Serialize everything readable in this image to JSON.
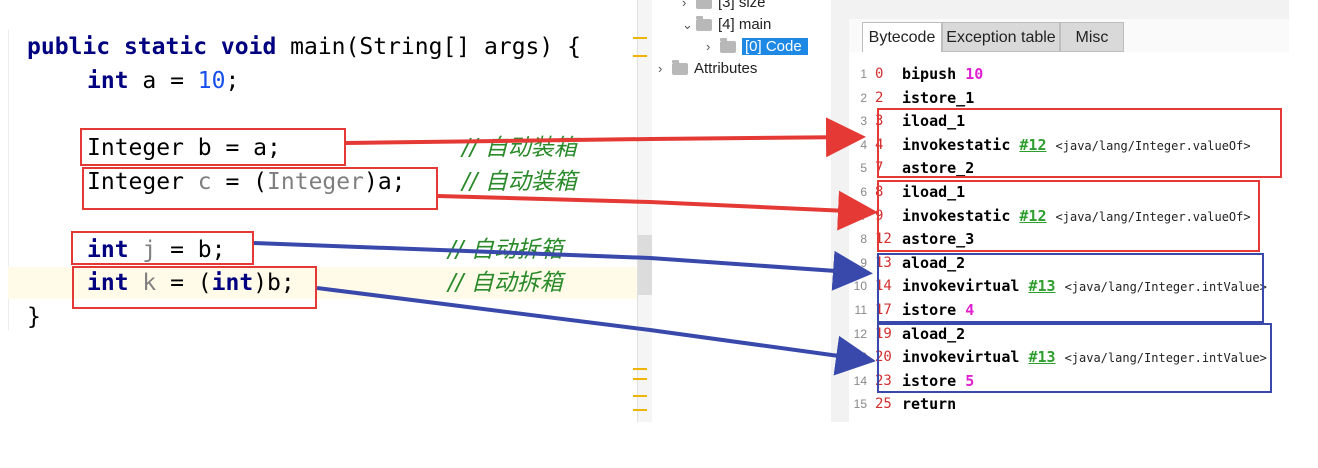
{
  "editor": {
    "line1": {
      "kw1": "public",
      "kw2": "static",
      "kw3": "void",
      "rest": " main(String[] args) {"
    },
    "line2": {
      "kw": "int",
      "rest": " a = ",
      "num": "10",
      "end": ";"
    },
    "line3": {
      "text": "Integer b = a;"
    },
    "line4": {
      "a": "Integer ",
      "var": "c",
      "b": " = (",
      "cast": "Integer",
      "c": ")a;"
    },
    "line5": {
      "kw": "int",
      "sp": " ",
      "var": "j",
      "rest": " = b;"
    },
    "line6": {
      "kw": "int",
      "sp": " ",
      "var": "k",
      "b": " = (",
      "cast": "int",
      "c": ")b;"
    },
    "line7": {
      "text": "}"
    },
    "comments": [
      "// 自动装箱",
      "// 自动装箱",
      "// 自动拆箱",
      "// 自动拆箱"
    ]
  },
  "tree": {
    "items": [
      {
        "label": "[3] size",
        "chevron": "›"
      },
      {
        "label": "[4] main",
        "chevron": "⌄"
      },
      {
        "label": "[0] Code",
        "chevron": "›"
      },
      {
        "label": "Attributes",
        "chevron": "›"
      }
    ]
  },
  "tabs": [
    "Bytecode",
    "Exception table",
    "Misc"
  ],
  "bytecode": [
    {
      "ln": "1",
      "off": "0",
      "op": "bipush",
      "num": "10"
    },
    {
      "ln": "2",
      "off": "2",
      "op": "istore_1"
    },
    {
      "ln": "3",
      "off": "3",
      "op": "iload_1"
    },
    {
      "ln": "4",
      "off": "4",
      "op": "invokestatic",
      "ref": "#12",
      "cmt": "<java/lang/Integer.valueOf>"
    },
    {
      "ln": "5",
      "off": "7",
      "op": "astore_2"
    },
    {
      "ln": "6",
      "off": "8",
      "op": "iload_1"
    },
    {
      "ln": "7",
      "off": "9",
      "op": "invokestatic",
      "ref": "#12",
      "cmt": "<java/lang/Integer.valueOf>"
    },
    {
      "ln": "8",
      "off": "12",
      "op": "astore_3"
    },
    {
      "ln": "9",
      "off": "13",
      "op": "aload_2"
    },
    {
      "ln": "10",
      "off": "14",
      "op": "invokevirtual",
      "ref": "#13",
      "cmt": "<java/lang/Integer.intValue>"
    },
    {
      "ln": "11",
      "off": "17",
      "op": "istore",
      "num": "4"
    },
    {
      "ln": "12",
      "off": "19",
      "op": "aload_2"
    },
    {
      "ln": "13",
      "off": "20",
      "op": "invokevirtual",
      "ref": "#13",
      "cmt": "<java/lang/Integer.intValue>"
    },
    {
      "ln": "14",
      "off": "23",
      "op": "istore",
      "num": "5"
    },
    {
      "ln": "15",
      "off": "25",
      "op": "return"
    }
  ],
  "colors": {
    "red": "#e53935",
    "blue": "#3949ab",
    "selected": "#1e88e5"
  }
}
